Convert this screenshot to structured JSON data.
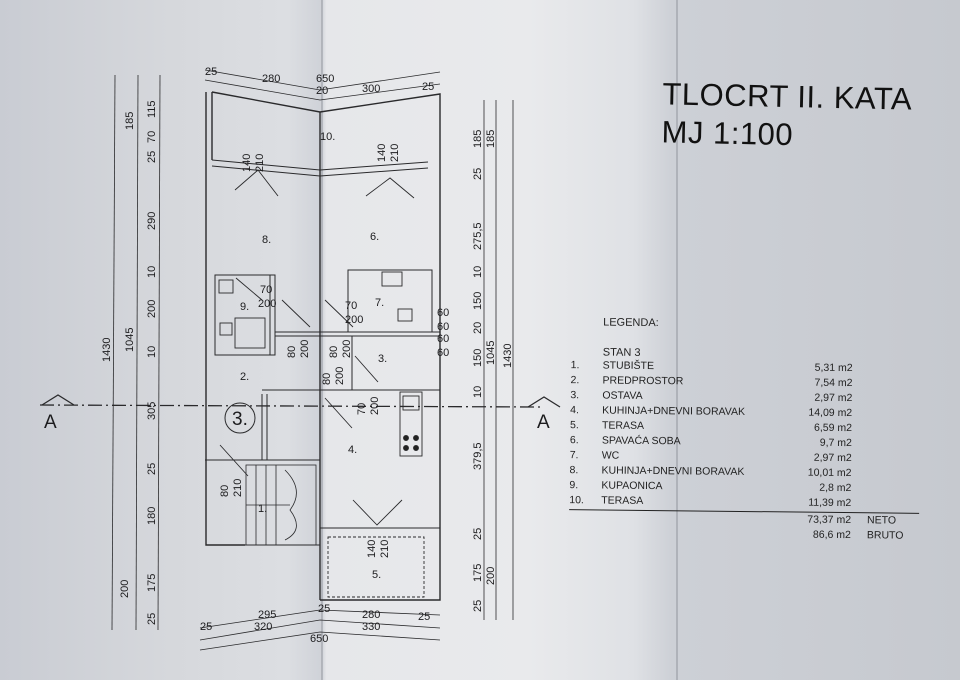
{
  "title": {
    "line1": "TLOCRT II. KATA",
    "line2": "MJ 1:100"
  },
  "section_marker": {
    "left_label": "A",
    "right_label": "A"
  },
  "unit_number": "3.",
  "rooms": [
    {
      "label": "1.",
      "name": "STUBIŠTE"
    },
    {
      "label": "2.",
      "name": "PREDPROSTOR"
    },
    {
      "label": "3.",
      "name": "OSTAVA"
    },
    {
      "label": "4.",
      "name": "KUHINJA+DNEVNI BORAVAK"
    },
    {
      "label": "5.",
      "name": "TERASA"
    },
    {
      "label": "6.",
      "name": "SPAVAĆA SOBA"
    },
    {
      "label": "7.",
      "name": "WC"
    },
    {
      "label": "8.",
      "name": "KUHINJA+DNEVNI BORAVAK"
    },
    {
      "label": "9.",
      "name": "KUPAONICA"
    },
    {
      "label": "10.",
      "name": "TERASA"
    }
  ],
  "legend": {
    "heading": "LEGENDA:",
    "unit": "STAN 3",
    "items": [
      {
        "num": "1.",
        "name": "STUBIŠTE",
        "area": "5,31 m2"
      },
      {
        "num": "2.",
        "name": "PREDPROSTOR",
        "area": "7,54 m2"
      },
      {
        "num": "3.",
        "name": "OSTAVA",
        "area": "2,97 m2"
      },
      {
        "num": "4.",
        "name": "KUHINJA+DNEVNI BORAVAK",
        "area": "14,09 m2"
      },
      {
        "num": "5.",
        "name": "TERASA",
        "area": "6,59 m2"
      },
      {
        "num": "6.",
        "name": "SPAVAĆA SOBA",
        "area": "9,7 m2"
      },
      {
        "num": "7.",
        "name": "WC",
        "area": "2,97 m2"
      },
      {
        "num": "8.",
        "name": "KUHINJA+DNEVNI BORAVAK",
        "area": "10,01 m2"
      },
      {
        "num": "9.",
        "name": "KUPAONICA",
        "area": "2,8 m2"
      },
      {
        "num": "10.",
        "name": "TERASA",
        "area": "11,39 m2"
      }
    ],
    "totals": [
      {
        "area": "73,37 m2",
        "label": "NETO"
      },
      {
        "area": "86,6 m2",
        "label": "BRUTO"
      }
    ]
  },
  "dimensions": {
    "top_row1": [
      "25",
      "280",
      "650",
      "300",
      "25"
    ],
    "top_row2": [
      "20"
    ],
    "bottom_row1": [
      "25",
      "295",
      "25",
      "280",
      "25"
    ],
    "bottom_row2": [
      "320",
      "330"
    ],
    "bottom_total": "650",
    "left_inner": [
      "115",
      "70",
      "25",
      "290",
      "10",
      "200",
      "10",
      "305",
      "25",
      "180",
      "175",
      "25"
    ],
    "left_mid": [
      "185",
      "1045",
      "200"
    ],
    "left_outer": [
      "1430"
    ],
    "right_inner": [
      "185",
      "25",
      "275,5",
      "10",
      "150",
      "20",
      "150",
      "10",
      "379,5",
      "25",
      "175",
      "25"
    ],
    "right_mid": [
      "185",
      "1045",
      "200"
    ],
    "right_outer": [
      "1430"
    ],
    "openings": [
      {
        "w": "140",
        "h": "210"
      },
      {
        "w": "140",
        "h": "210"
      },
      {
        "w": "70",
        "h": "200"
      },
      {
        "w": "70",
        "h": "200"
      },
      {
        "w": "80",
        "h": "200"
      },
      {
        "w": "80",
        "h": "200"
      },
      {
        "w": "80",
        "h": "200"
      },
      {
        "w": "70",
        "h": "200"
      },
      {
        "w": "80",
        "h": "210"
      },
      {
        "w": "140",
        "h": "210"
      }
    ],
    "window_stack": [
      "60",
      "60",
      "60",
      "60"
    ]
  }
}
